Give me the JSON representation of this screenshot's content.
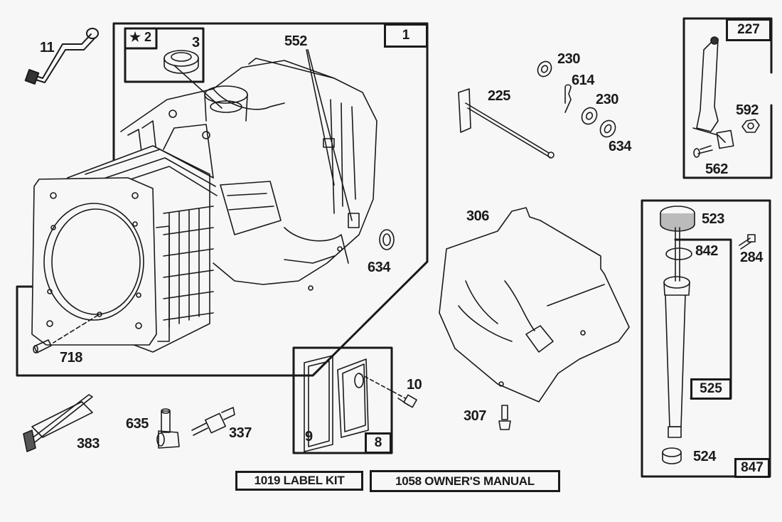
{
  "diagram": {
    "type": "exploded parts diagram",
    "groups": {
      "cylinder_assembly": {
        "id": "1"
      },
      "seal_kit": {
        "id": "2",
        "marker": "★"
      },
      "breather_kit": {
        "id": "8"
      },
      "governor_lever_kit": {
        "id": "227"
      },
      "dipstick_tube_kit": {
        "id": "847"
      },
      "dipstick_assembly": {
        "id": "525"
      }
    },
    "parts": {
      "p11": "11",
      "p3": "3",
      "p552": "552",
      "p634a": "634",
      "p718": "718",
      "p225": "225",
      "p230a": "230",
      "p614": "614",
      "p230b": "230",
      "p634b": "634",
      "p592": "592",
      "p562": "562",
      "p306": "306",
      "p523": "523",
      "p842": "842",
      "p284": "284",
      "p10": "10",
      "p9": "9",
      "p307": "307",
      "p524": "524",
      "p383": "383",
      "p635": "635",
      "p337": "337"
    },
    "kits": {
      "label_kit": "1019 LABEL KIT",
      "owners_manual": "1058 OWNER'S MANUAL"
    }
  }
}
